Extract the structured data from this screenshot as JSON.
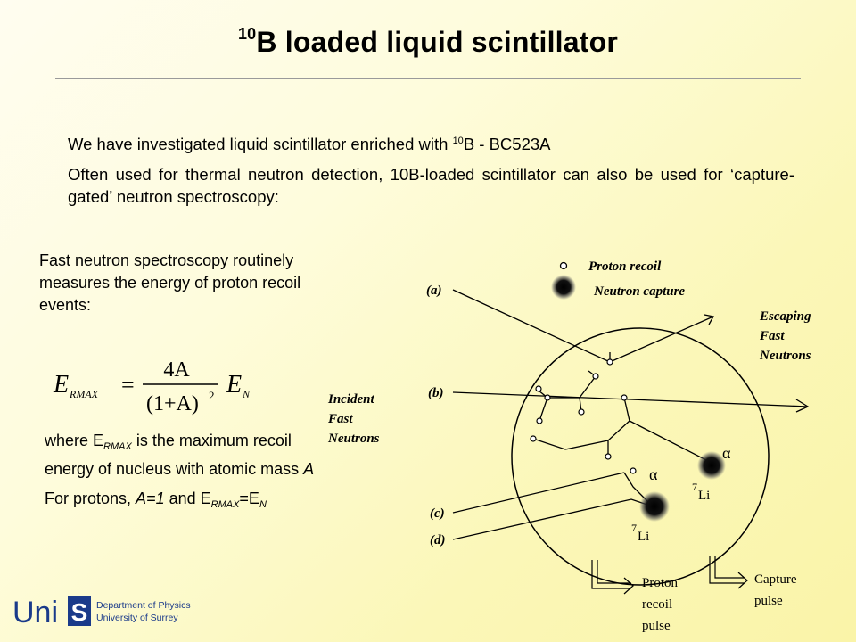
{
  "title": {
    "sup": "10",
    "main": "B loaded liquid scintillator"
  },
  "intro": {
    "line1_pre": "We have investigated liquid scintillator enriched with ",
    "line1_sup": "10",
    "line1_post": "B - BC523A",
    "line2": "Often used for thermal neutron detection, 10B-loaded scintillator can also be used for ‘capture-gated’ neutron spectroscopy:"
  },
  "left": {
    "para": "Fast neutron spectroscopy routinely measures the energy of proton recoil events:",
    "where_1": "where E",
    "where_sub": "RMAX",
    "where_2": " is the maximum recoil energy of nucleus with atomic mass ",
    "where_A": "A",
    "protons_1": "For protons, ",
    "protons_A1": "A=1",
    "protons_2": " and E",
    "protons_sub1": "RMAX",
    "protons_eq": "=E",
    "protons_sub2": "N"
  },
  "formula": {
    "lhs": "E",
    "lhs_sub": "RMAX",
    "eq": "=",
    "num": "4A",
    "den": "(1+A)",
    "den_exp": "2",
    "rhs": "E",
    "rhs_sub": "N"
  },
  "diagram": {
    "legend_proton": "Proton recoil",
    "legend_capture": "Neutron capture",
    "label_a": "(a)",
    "label_b": "(b)",
    "label_c": "(c)",
    "label_d": "(d)",
    "escaping_1": "Escaping",
    "escaping_2": "Fast",
    "escaping_3": "Neutrons",
    "incident_1": "Incident",
    "incident_2": "Fast",
    "incident_3": "Neutrons",
    "alpha_1": "α",
    "li_1_sup": "7",
    "li_1": "Li",
    "alpha_2": "α",
    "li_2_sup": "7",
    "li_2": "Li",
    "proton_pulse_1": "Proton",
    "proton_pulse_2": "recoil",
    "proton_pulse_3": "pulse",
    "capture_pulse_1": "Capture",
    "capture_pulse_2": "pulse"
  },
  "logo": {
    "uni": "Uni",
    "s": "S",
    "dept": "Department of Physics",
    "univ": "University of Surrey",
    "brand_color": "#1a3a8a"
  }
}
